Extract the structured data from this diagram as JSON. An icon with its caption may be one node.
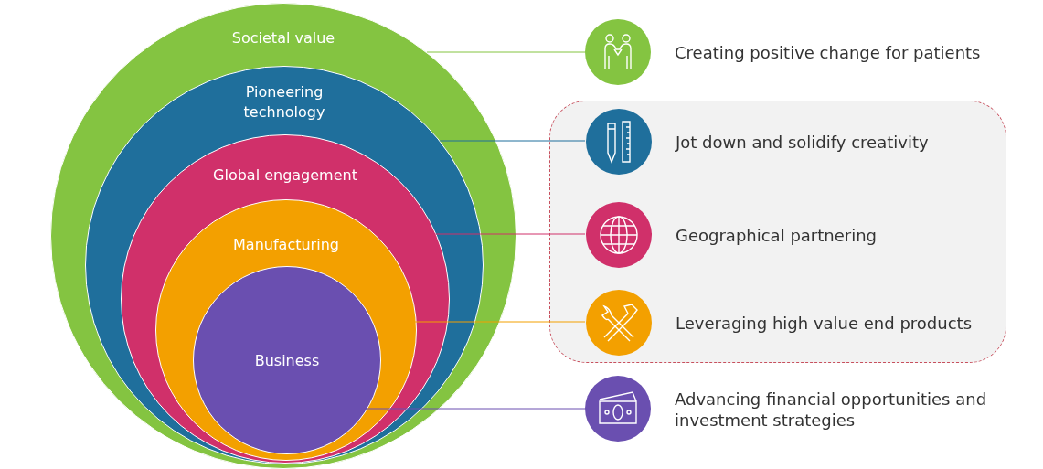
{
  "diagram": {
    "nodes": [
      {
        "text": [
          "Societal value"
        ]
      },
      {
        "text": [
          "Pioneering technology"
        ],
        "in": 0
      },
      {
        "text": [
          "Global engagement"
        ],
        "in": 1
      },
      {
        "text": [
          "Manufacturing"
        ],
        "in": 2
      },
      {
        "text": [
          "Business"
        ],
        "in": 3
      },
      {
        "text": [],
        "shape": "circle",
        "beside": [
          "Creating positive change for patients"
        ]
      },
      {
        "text": [],
        "shape": "box"
      },
      {
        "text": [],
        "shape": "circle",
        "beside": [
          "Jot down and solidify creativity"
        ],
        "in": 6
      },
      {
        "text": [],
        "shape": "circle",
        "beside": [
          "Geographical partnering"
        ],
        "in": 6
      },
      {
        "text": [],
        "shape": "circle",
        "beside": [
          "Leveraging high value end products"
        ],
        "in": 6
      },
      {
        "text": [],
        "shape": "circle",
        "beside": [
          "Advancing financial opportunities and investment strategies"
        ]
      }
    ],
    "edges": [
      {
        "from": 0,
        "to": 5,
        "arrow": "none",
        "color": "#84c441"
      },
      {
        "from": 1,
        "to": 7,
        "arrow": "none",
        "color": "#1f6f9c"
      },
      {
        "from": 2,
        "to": 8,
        "arrow": "none",
        "color": "#d0306a"
      },
      {
        "from": 3,
        "to": 9,
        "arrow": "none",
        "color": "#f3a000"
      },
      {
        "from": 4,
        "to": 10,
        "arrow": "none",
        "color": "#6a4fb0"
      }
    ]
  }
}
